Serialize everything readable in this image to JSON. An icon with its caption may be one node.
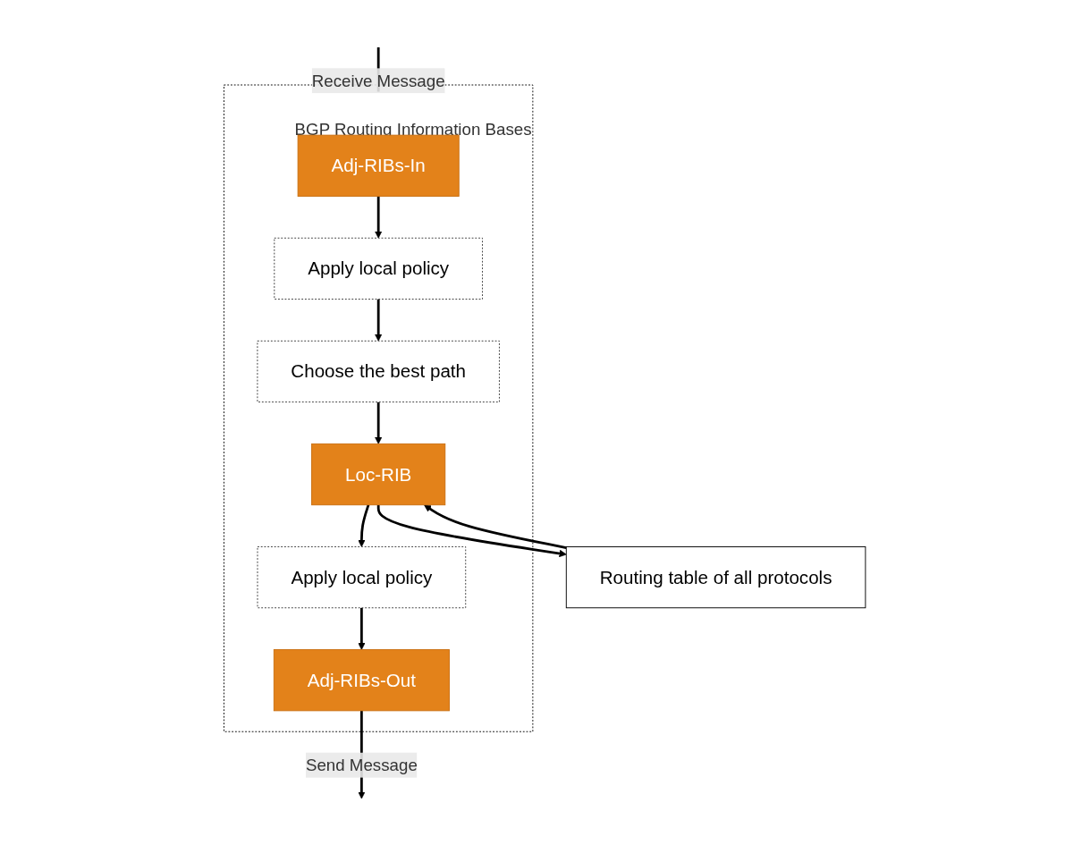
{
  "diagram": {
    "nodes": [
      {
        "text": [
          "BGP Routing Information Bases"
        ]
      },
      {
        "text": [
          "Adj-RIBs-In"
        ],
        "in": 0
      },
      {
        "text": [
          "Adj-RIBs-Out"
        ],
        "in": 0
      },
      {
        "text": [
          "Apply local policy"
        ],
        "in": 0
      },
      {
        "text": [
          "Apply local policy"
        ],
        "in": 0
      },
      {
        "text": [
          "Choose the best path"
        ],
        "in": 0
      },
      {
        "text": [
          "Loc-RIB"
        ],
        "in": 0
      },
      {
        "text": [
          "Routing table of all protocols"
        ]
      }
    ],
    "edges": [
      {
        "from": null,
        "to": 1,
        "arrow": "to",
        "label": "Receive Message"
      },
      {
        "from": 1,
        "to": 3,
        "arrow": "to"
      },
      {
        "from": 3,
        "to": 5,
        "arrow": "to"
      },
      {
        "from": 5,
        "to": 6,
        "arrow": "to"
      },
      {
        "from": 6,
        "to": 4,
        "arrow": "to"
      },
      {
        "from": 4,
        "to": 2,
        "arrow": "to"
      },
      {
        "from": 2,
        "to": null,
        "arrow": "to",
        "label": "Send Message"
      },
      {
        "from": 6,
        "to": 7,
        "arrow": "to"
      },
      {
        "from": 7,
        "to": 6,
        "arrow": "to"
      }
    ]
  }
}
